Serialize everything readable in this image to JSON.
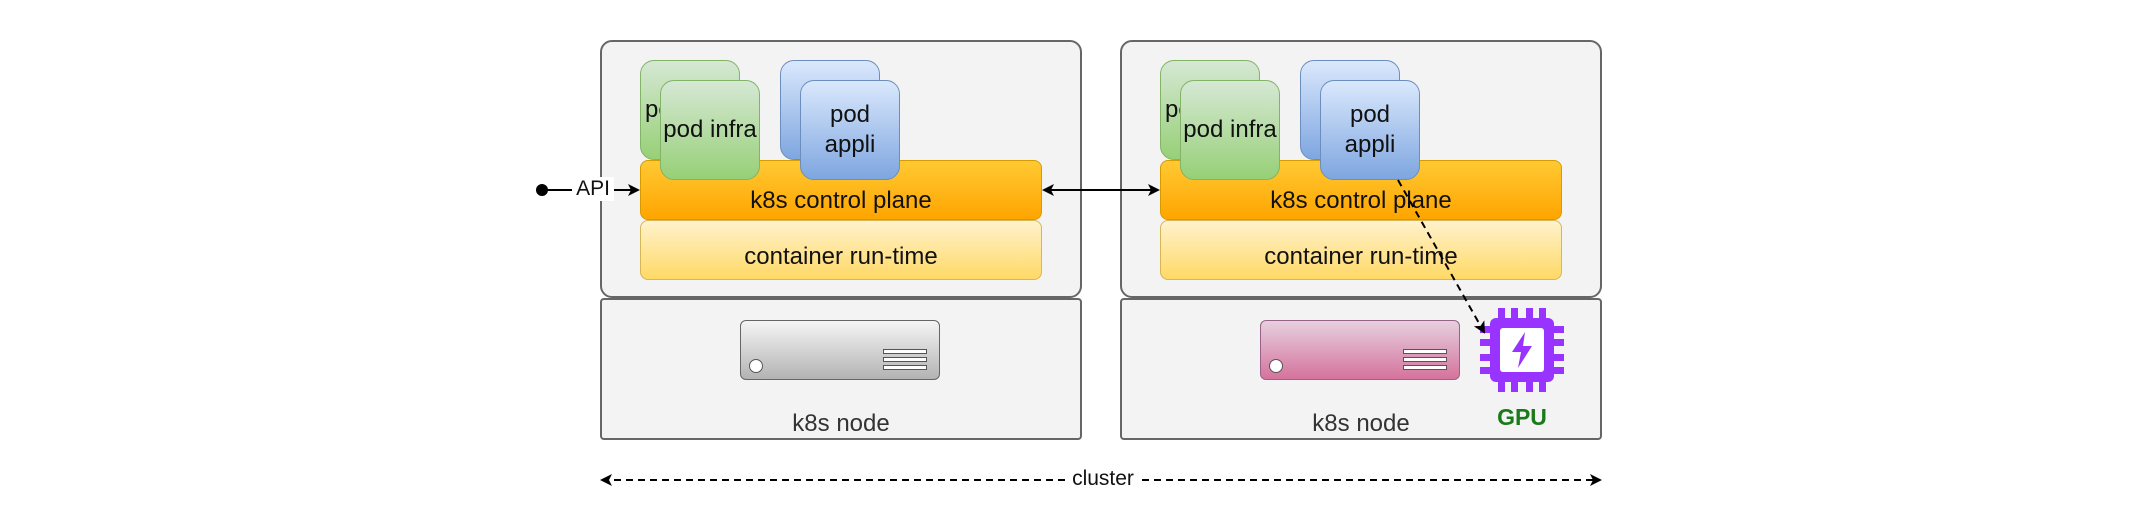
{
  "api_label": "API",
  "cluster_label": "cluster",
  "nodes": [
    {
      "node_label": "k8s node",
      "control_plane": "k8s control plane",
      "runtime": "container run-time",
      "pod_infra_back": "pod infra",
      "pod_infra": "pod infra",
      "pod_appli_line1": "pod",
      "pod_appli_line2": "appli"
    },
    {
      "node_label": "k8s node",
      "control_plane": "k8s control plane",
      "runtime": "container run-time",
      "pod_infra_back": "pod infra",
      "pod_infra": "pod infra",
      "pod_appli_line1": "pod",
      "pod_appli_line2": "appli"
    }
  ],
  "gpu_label": "GPU",
  "colors": {
    "gpu_purple": "#9933ff",
    "gpu_text": "#1a7a1a",
    "control_plane": "#ffa500",
    "runtime": "#ffd966",
    "pod_infra": "#97d077",
    "pod_appli": "#7ea6e0"
  },
  "icons": [
    "server-icon",
    "gpu-chip-icon"
  ]
}
